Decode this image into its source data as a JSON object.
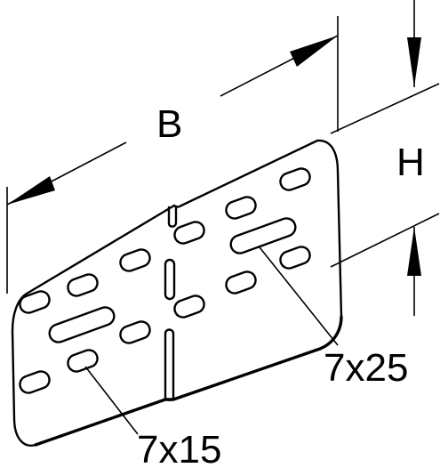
{
  "dimensions": {
    "width_label": "B",
    "height_label": "H"
  },
  "slots": {
    "large_slot_label": "7x25",
    "small_slot_label": "7x15"
  }
}
